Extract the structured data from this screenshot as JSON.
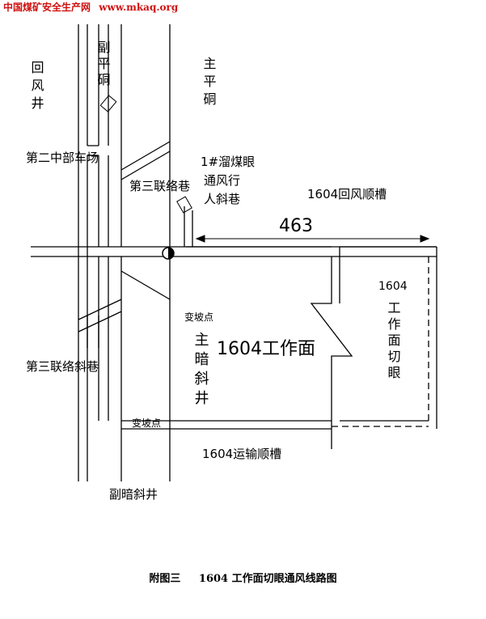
{
  "watermark": {
    "site_name": "中国煤矿安全生产网",
    "url": "www.mkaq.org"
  },
  "labels": {
    "return_shaft": "回风井",
    "aux_adit": "副平硐",
    "main_adit": "主平硐",
    "second_yard": "第二中部车场",
    "third_link_upper": "第三联络巷",
    "ore_pass_line1": "1#溜煤眼",
    "ore_pass_line2": "通风行",
    "ore_pass_line3": "人斜巷",
    "return_gate": "1604回风顺槽",
    "distance": "463",
    "open_cut_num": "1604",
    "open_cut_text": "工作面切眼",
    "working_face": "1604工作面",
    "main_incline": "主暗斜井",
    "slope_change_1": "变坡点",
    "slope_change_2": "变坡点",
    "third_link_incline": "第三联络斜巷",
    "haulage_gate": "1604运输顺槽",
    "aux_incline": "副暗斜井"
  },
  "caption": {
    "figure_no": "附图三",
    "title": "1604 工作面切眼通风线路图"
  }
}
